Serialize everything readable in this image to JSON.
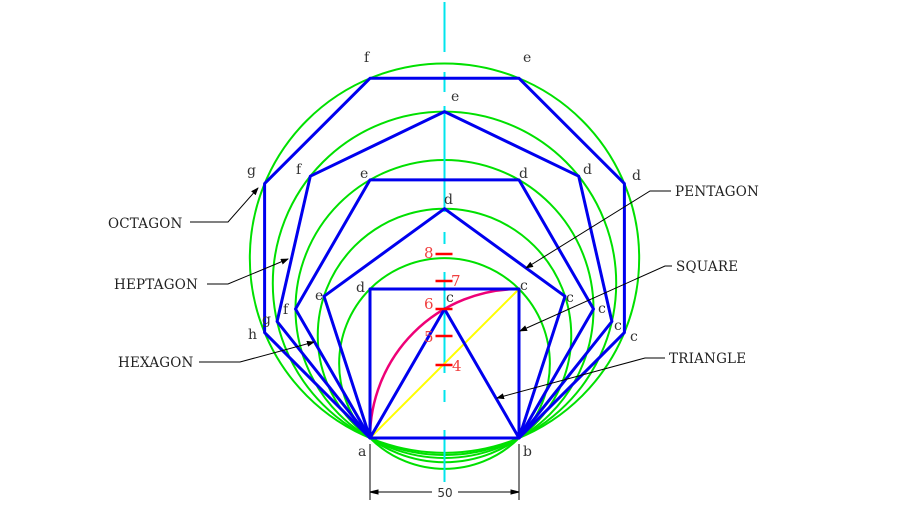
{
  "colors": {
    "polygon": "#0000ee",
    "circle": "#00e000",
    "centerline": "#00e5ee",
    "arc": "#ee0077",
    "diagonal": "#ffff00",
    "center_marks": "#ff0000",
    "leader": "#000000"
  },
  "side_length_label": "50",
  "base_vertices": {
    "a": "a",
    "b": "b"
  },
  "polygons": [
    {
      "name": "TRIANGLE",
      "sides": 3,
      "vertex_labels": [
        "c"
      ]
    },
    {
      "name": "SQUARE",
      "sides": 4,
      "vertex_labels": [
        "c",
        "d"
      ]
    },
    {
      "name": "PENTAGON",
      "sides": 5,
      "vertex_labels": [
        "c",
        "d",
        "e"
      ]
    },
    {
      "name": "HEXAGON",
      "sides": 6,
      "vertex_labels": [
        "c",
        "d",
        "e",
        "f"
      ]
    },
    {
      "name": "HEPTAGON",
      "sides": 7,
      "vertex_labels": [
        "c",
        "d",
        "e",
        "f",
        "g"
      ]
    },
    {
      "name": "OCTAGON",
      "sides": 8,
      "vertex_labels": [
        "c",
        "d",
        "e",
        "f",
        "g",
        "h"
      ]
    }
  ],
  "center_marks": [
    "4",
    "5",
    "6",
    "7",
    "8"
  ]
}
